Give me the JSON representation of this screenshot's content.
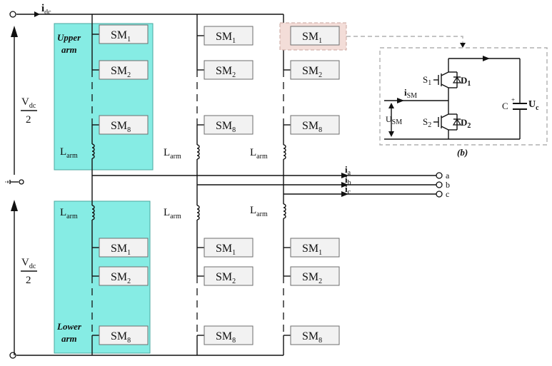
{
  "labels": {
    "idc": {
      "main": "i",
      "sub": "dc"
    },
    "vdc_upper": {
      "num_main": "V",
      "num_sub": "dc",
      "den": "2"
    },
    "vdc_lower": {
      "num_main": "V",
      "num_sub": "dc",
      "den": "2"
    },
    "upper_arm": [
      "Upper",
      "arm"
    ],
    "lower_arm": [
      "Lower",
      "arm"
    ],
    "larm": {
      "main": "L",
      "sub": "arm"
    }
  },
  "submodules": [
    {
      "main": "SM",
      "sub": "1"
    },
    {
      "main": "SM",
      "sub": "2"
    },
    {
      "main": "SM",
      "sub": "8"
    }
  ],
  "phase_currents": [
    {
      "main": "i",
      "sub": "a",
      "terminal": "a"
    },
    {
      "main": "i",
      "sub": "b",
      "terminal": "b"
    },
    {
      "main": "i",
      "sub": "c",
      "terminal": "c"
    }
  ],
  "inset": {
    "caption": "(b)",
    "s1": {
      "main": "S",
      "sub": "1"
    },
    "d1": {
      "main": "D",
      "sub": "1"
    },
    "s2": {
      "main": "S",
      "sub": "2"
    },
    "d2": {
      "main": "D",
      "sub": "2"
    },
    "cap": "C",
    "uc": {
      "main": "U",
      "sub": "c"
    },
    "ism": {
      "main": "i",
      "sub": "SM"
    },
    "usm": {
      "main": "U",
      "sub": "SM"
    }
  },
  "colors": {
    "arm_fill": "#86ece4",
    "highlight_fill": "#f3ddd8",
    "module_fill": "#f2f2f2"
  }
}
